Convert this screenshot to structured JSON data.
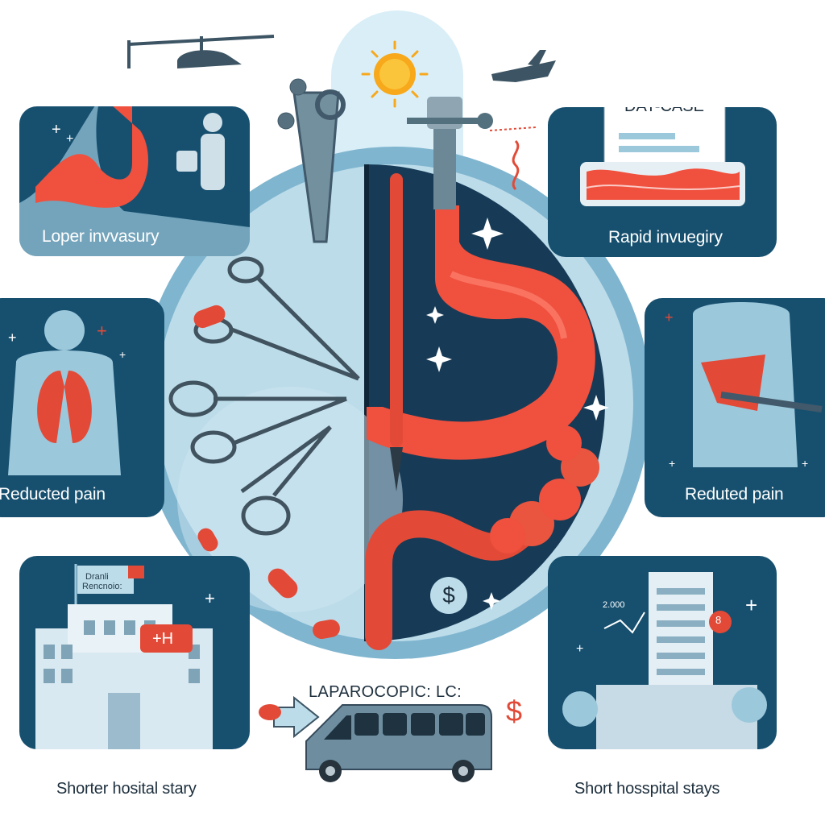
{
  "panels": {
    "top_left": {
      "label": "Loper invvasury"
    },
    "top_right": {
      "label": "Rapid invuegiry",
      "card_text": "DAY-CASE"
    },
    "mid_left": {
      "label": "Reducted pain"
    },
    "mid_right": {
      "label": "Reduted pain"
    },
    "bottom_left": {
      "label": "Shorter hosital stary",
      "banner_line1": "Dranli",
      "banner_line2": "Rencnoio:",
      "sign_text": "+H"
    },
    "bottom_right": {
      "label": "Short  hosspital stays",
      "price_text": "2.000",
      "badge_text": "8"
    }
  },
  "center": {
    "title": "LAPAROCOPIC: LC:",
    "dollar_symbol": "$",
    "dollar_arrow": "$"
  },
  "colors": {
    "navy": "#17506f",
    "light_blue": "#bcdcea",
    "mid_blue": "#7fb5cf",
    "coral": "#f0503e",
    "sun": "#f7a81b",
    "dark_bg": "#173b56"
  }
}
